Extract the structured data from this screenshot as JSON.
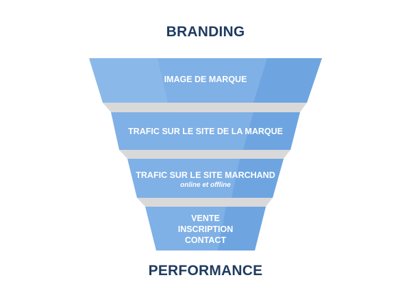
{
  "headings": {
    "top": "BRANDING",
    "bottom": "PERFORMANCE"
  },
  "stages": [
    {
      "label": "IMAGE DE MARQUE"
    },
    {
      "label": "TRAFIC SUR LE SITE DE LA MARQUE"
    },
    {
      "label": "TRAFIC SUR LE SITE MARCHAND",
      "sublabel": "online et offline"
    },
    {
      "lines": [
        "VENTE",
        "INSCRIPTION",
        "CONTACT"
      ]
    }
  ],
  "colors": {
    "heading": "#1f3b5f",
    "stage_fill": "#7fb0e6",
    "stage_highlight": "#9ec6f0",
    "stage_shade": "#5f98d8",
    "connector": "#d9d9d9",
    "stage_text": "#ffffff"
  }
}
